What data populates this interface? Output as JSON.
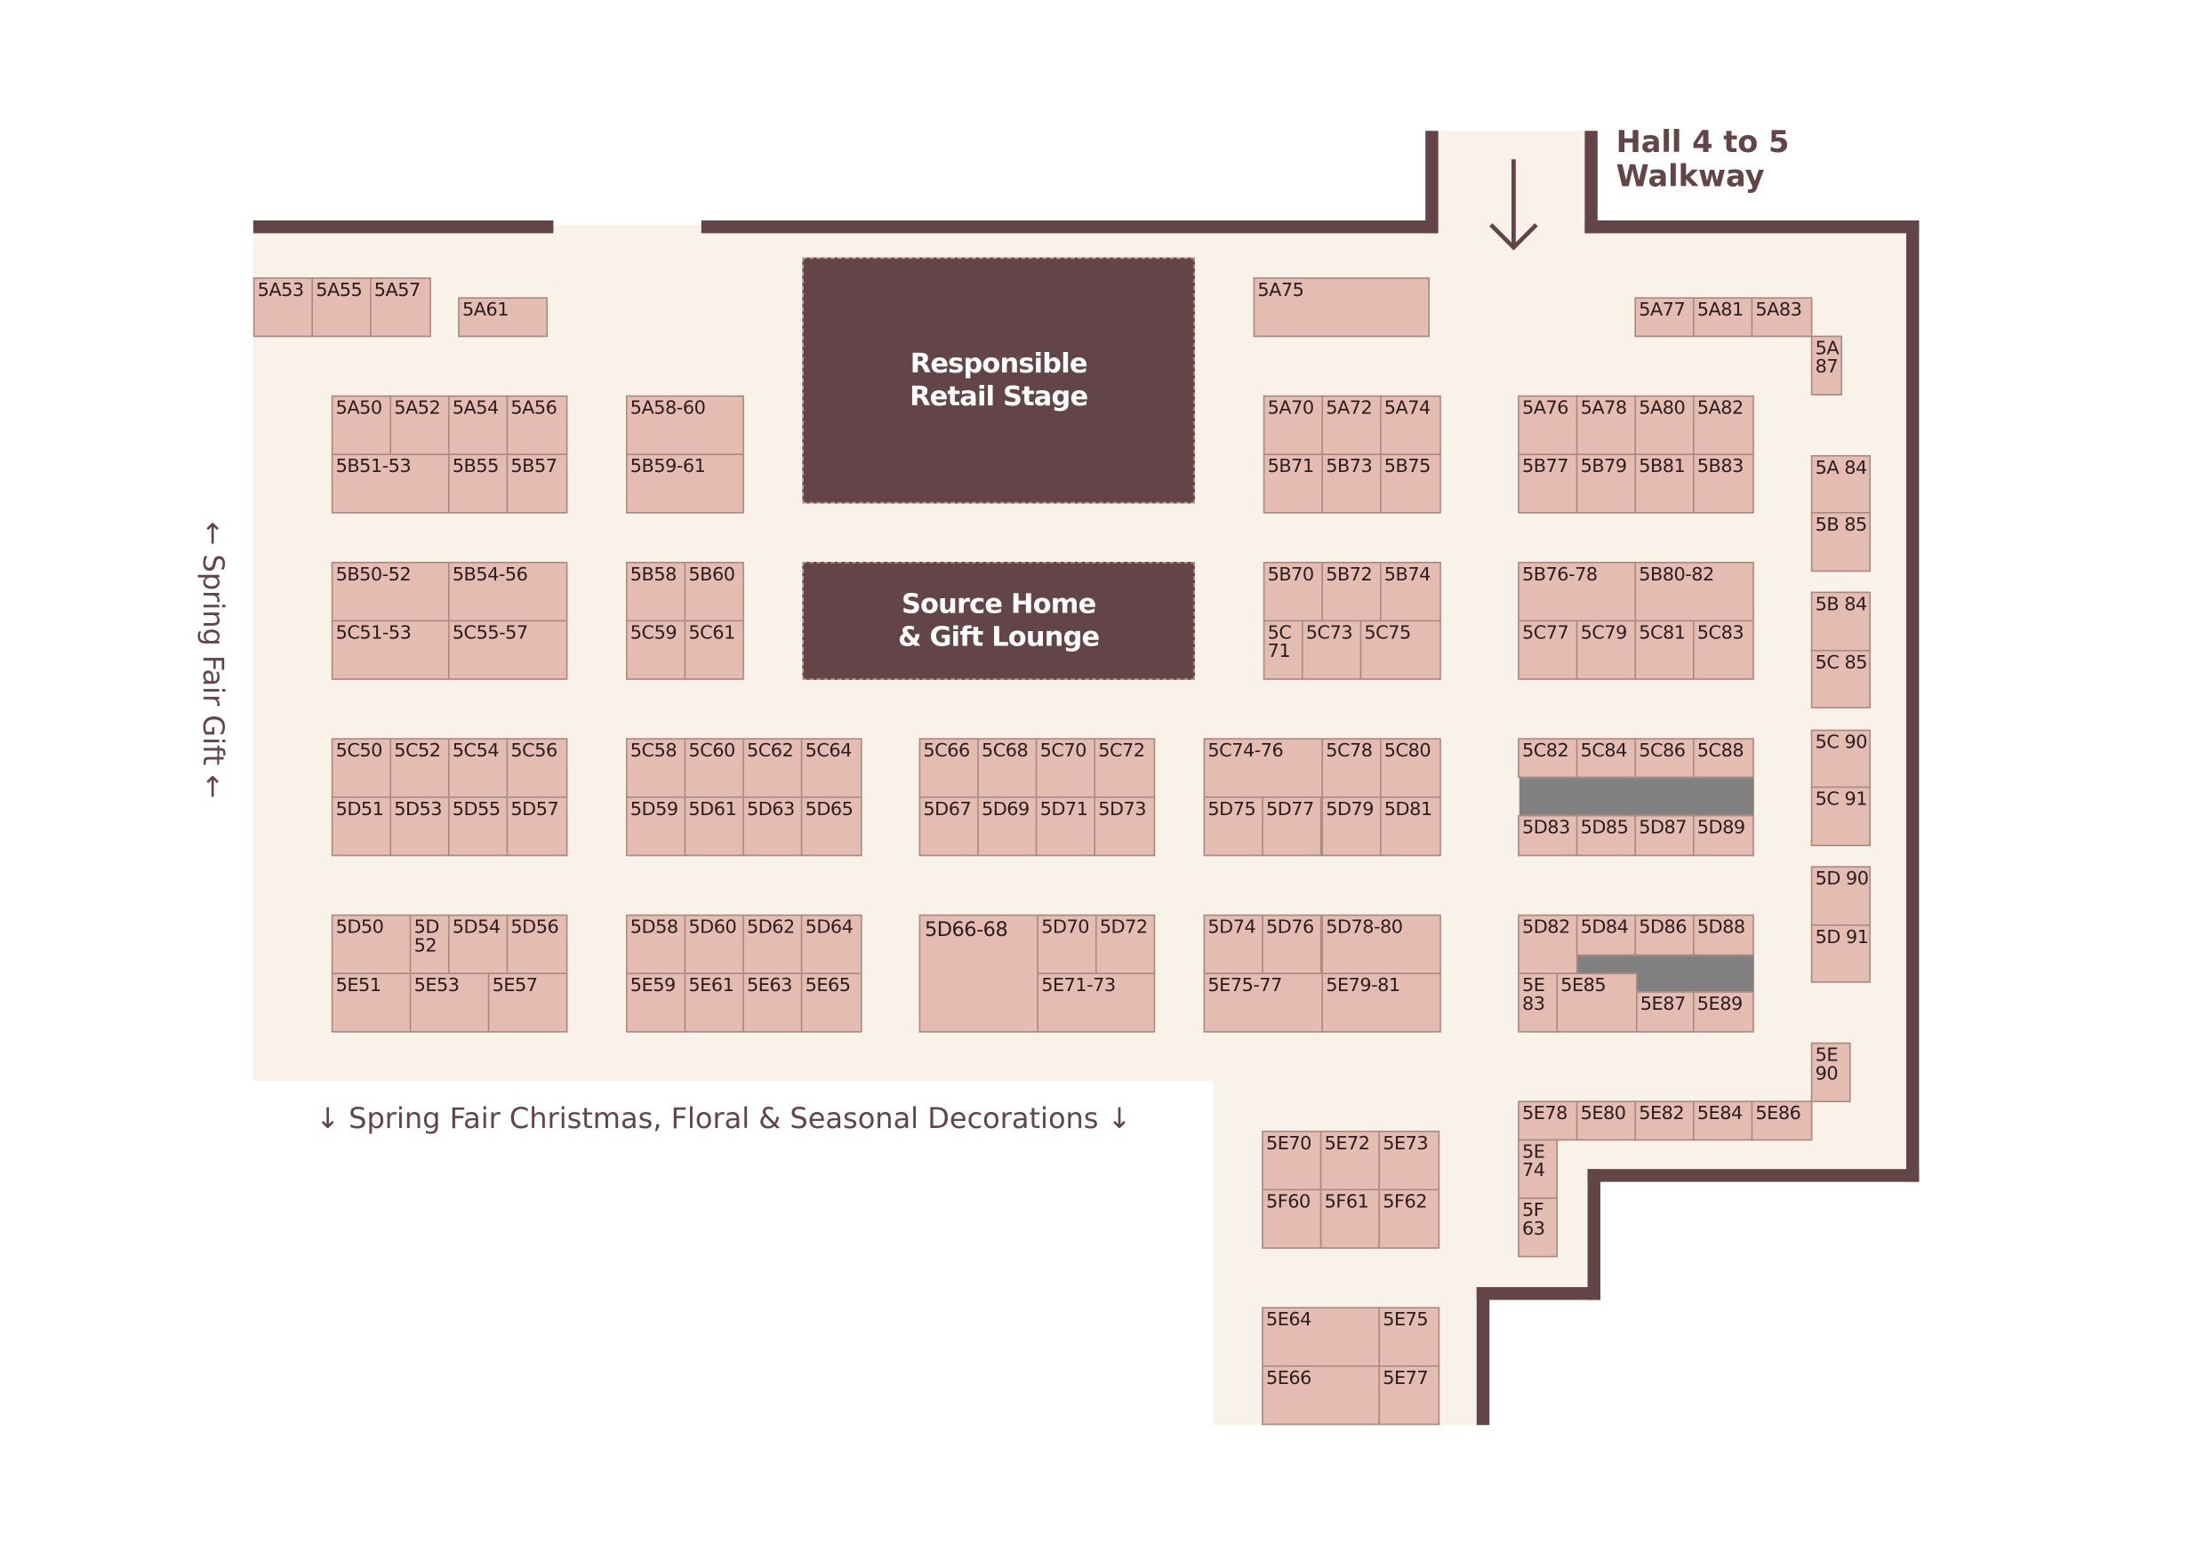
{
  "header": {
    "walkway_label": "Hall 4 to 5\nWalkway",
    "arrow_icon": "down-arrow-icon"
  },
  "labels": {
    "bottom": "↓ Spring Fair Christmas, Floral & Seasonal Decorations ↓",
    "left": "← Spring Fair Gift ←"
  },
  "features": {
    "stage": "Responsible\nRetail Stage",
    "lounge": "Source Home\n& Gift Lounge"
  },
  "colors": {
    "wall": "#634448",
    "floor": "#f9f2e8",
    "booth": "#e4bcb2",
    "feature": "#634448",
    "unavailable": "#808080"
  },
  "booths": [
    "5A53",
    "5A55",
    "5A57",
    "5A61",
    "5A75",
    "5A77",
    "5A81",
    "5A83",
    "5A 87",
    "5A50",
    "5A52",
    "5A54",
    "5A56",
    "5B51-53",
    "5B55",
    "5B57",
    "5A58-60",
    "5B59-61",
    "5A70",
    "5A72",
    "5A74",
    "5B71",
    "5B73",
    "5B75",
    "5A76",
    "5A78",
    "5A80",
    "5A82",
    "5B77",
    "5B79",
    "5B81",
    "5B83",
    "5A 84",
    "5B 85",
    "5B50-52",
    "5B54-56",
    "5C51-53",
    "5C55-57",
    "5B58",
    "5B60",
    "5C59",
    "5C61",
    "5B70",
    "5B72",
    "5B74",
    "5C 71",
    "5C73",
    "5C75",
    "5B76-78",
    "5B80-82",
    "5C77",
    "5C79",
    "5C81",
    "5C83",
    "5B 84",
    "5C 85",
    "5C50",
    "5C52",
    "5C54",
    "5C56",
    "5D51",
    "5D53",
    "5D55",
    "5D57",
    "5C58",
    "5C60",
    "5C62",
    "5C64",
    "5D59",
    "5D61",
    "5D63",
    "5D65",
    "5C66",
    "5C68",
    "5C70",
    "5C72",
    "5D67",
    "5D69",
    "5D71",
    "5D73",
    "5C74-76",
    "5C78",
    "5C80",
    "5D75",
    "5D77",
    "5D79",
    "5D81",
    "5C82",
    "5C84",
    "5C86",
    "5C88",
    "5D83",
    "5D85",
    "5D87",
    "5D89",
    "5C 90",
    "5C 91",
    "5D 90",
    "5D 91",
    "5D50",
    "5D 52",
    "5D54",
    "5D56",
    "5E51",
    "5E53",
    "5E57",
    "5D58",
    "5D60",
    "5D62",
    "5D64",
    "5E59",
    "5E61",
    "5E63",
    "5E65",
    "5D66-68",
    "5D70",
    "5D72",
    "5E71-73",
    "5D74",
    "5D76",
    "5D78-80",
    "5E75-77",
    "5E79-81",
    "5D82",
    "5D84",
    "5D86",
    "5D88",
    "5E 83",
    "5E85",
    "5E87",
    "5E89",
    "5E 90",
    "5E78",
    "5E80",
    "5E82",
    "5E84",
    "5E86",
    "5E 74",
    "5F 63",
    "5E70",
    "5E72",
    "5E73",
    "5F60",
    "5F61",
    "5F62",
    "5E64",
    "5E75",
    "5E66",
    "5E77"
  ]
}
